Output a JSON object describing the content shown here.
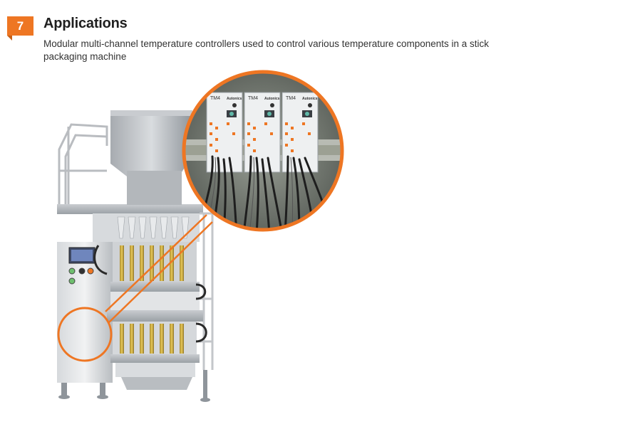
{
  "section": {
    "number": "7",
    "title": "Applications",
    "description": "Modular multi-channel temperature controllers used to control various temperature components in a stick packaging machine"
  },
  "zoom_inset": {
    "module_labels": [
      "TM4",
      "TM4",
      "TM4"
    ],
    "brand_labels": [
      "Autonics",
      "Autonics",
      "Autonics"
    ]
  },
  "colors": {
    "accent": "#ee7623",
    "title": "#1f1f1f",
    "text": "#333333"
  }
}
